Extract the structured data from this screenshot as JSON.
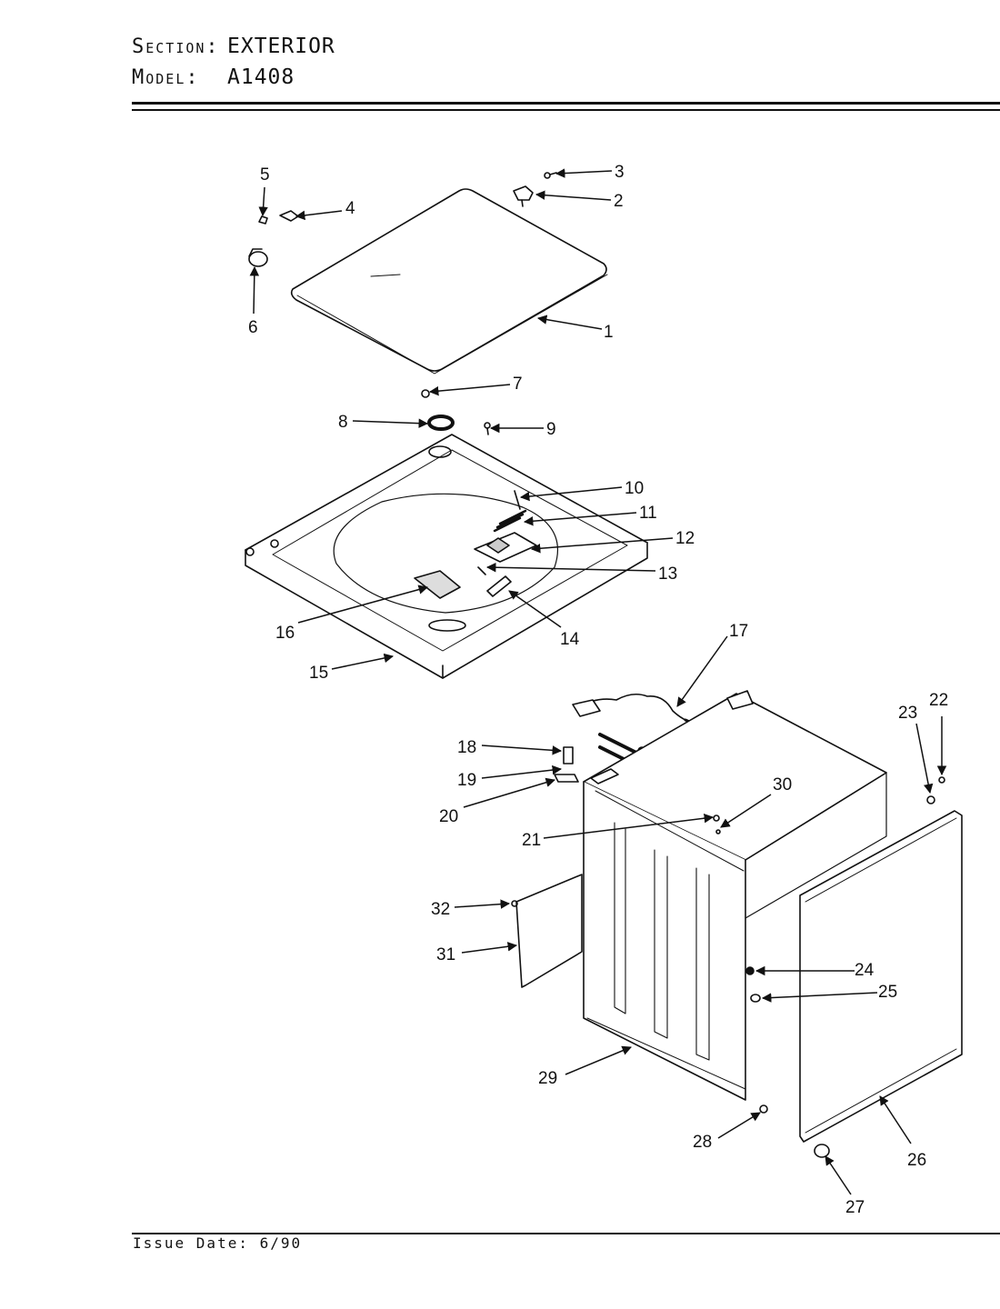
{
  "header": {
    "section_key": "Section:",
    "section_value": "EXTERIOR",
    "model_key": "Model:",
    "model_value": "A1408"
  },
  "footer": {
    "issue_date": "Issue Date: 6/90"
  },
  "callouts": {
    "c1": "1",
    "c2": "2",
    "c3": "3",
    "c4": "4",
    "c5": "5",
    "c6": "6",
    "c7": "7",
    "c8": "8",
    "c9": "9",
    "c10": "10",
    "c11": "11",
    "c12": "12",
    "c13": "13",
    "c14": "14",
    "c15": "15",
    "c16": "16",
    "c17": "17",
    "c18": "18",
    "c19": "19",
    "c20": "20",
    "c21": "21",
    "c22": "22",
    "c23": "23",
    "c24": "24",
    "c25": "25",
    "c26": "26",
    "c27": "27",
    "c28": "28",
    "c29": "29",
    "c30": "30",
    "c31": "31",
    "c32": "32"
  }
}
